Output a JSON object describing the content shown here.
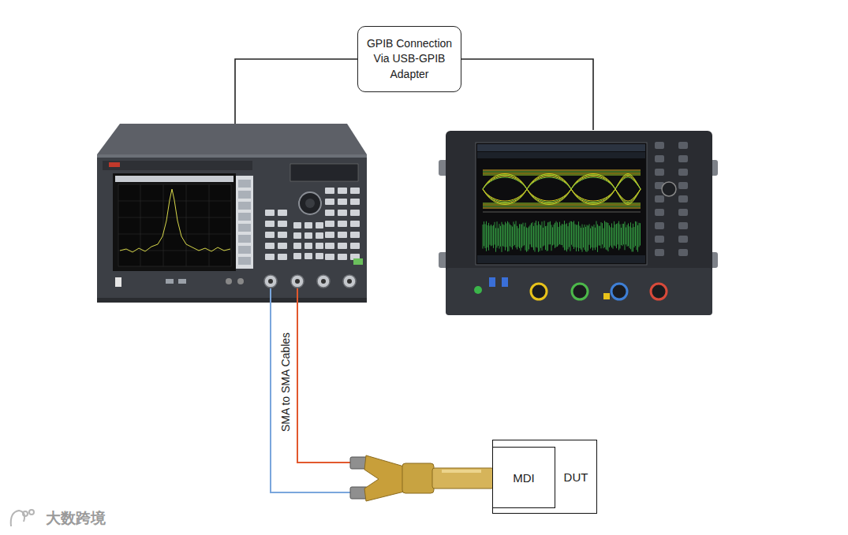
{
  "diagram": {
    "nodes": [
      {
        "text": [
          "GPIB Connection Via USB-GPIB Adapter"
        ]
      },
      {
        "text": [
          "DUT"
        ]
      },
      {
        "text": [
          "MDI"
        ],
        "in": 1
      }
    ],
    "labels": [
      "SMA to SMA Cables",
      "大数跨境"
    ]
  }
}
